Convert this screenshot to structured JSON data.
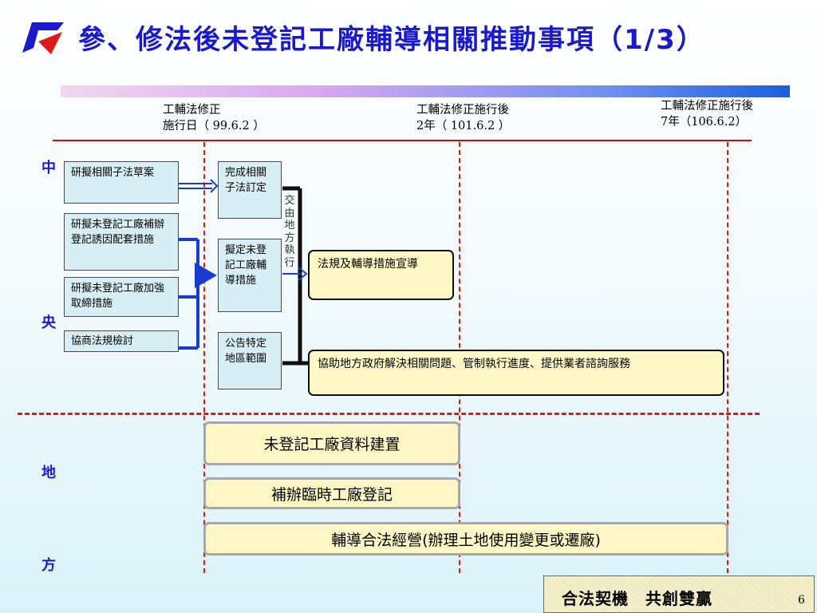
{
  "title": "參、修法後未登記工廠輔導相關推動事項（1/3）",
  "timeline": [
    {
      "line1": "工輔法修正",
      "line2": "施行日（ 99.6.2 ）"
    },
    {
      "line1": "工輔法修正施行後",
      "line2": "2年（ 101.6.2 ）"
    },
    {
      "line1": "工輔法修正施行後",
      "line2": "7年（106.6.2）"
    }
  ],
  "sides": {
    "central_1": "中",
    "central_2": "央",
    "local_1": "地",
    "local_2": "方"
  },
  "central": {
    "col1": [
      "研擬相關子法草案",
      "研擬未登記工廠補辦登記誘因配套措施",
      "研擬未登記工廠加強取締措施",
      "協商法規檢討"
    ],
    "col2": [
      "完成相關子法訂定",
      "擬定未登記工廠輔導措施",
      "公告特定地區範圍"
    ],
    "delegate": "交由地方執行",
    "promote": "法規及輔導措施宣導",
    "assist": "協助地方政府解決相關問題、管制執行進度、提供業者諮詢服務"
  },
  "local": [
    "未登記工廠資料建置",
    "補辦臨時工廠登記",
    "輔導合法經營(辦理土地使用變更或遷廠)"
  ],
  "footer": {
    "slogan": "合法契機　共創雙贏",
    "page": "6"
  },
  "colors": {
    "title": "#1a1acc",
    "dashed_lines": "#e01818",
    "arrows": "#1a3ad0",
    "box_fill": "#d6eef4",
    "highlight_fill": "#fff8c6"
  }
}
